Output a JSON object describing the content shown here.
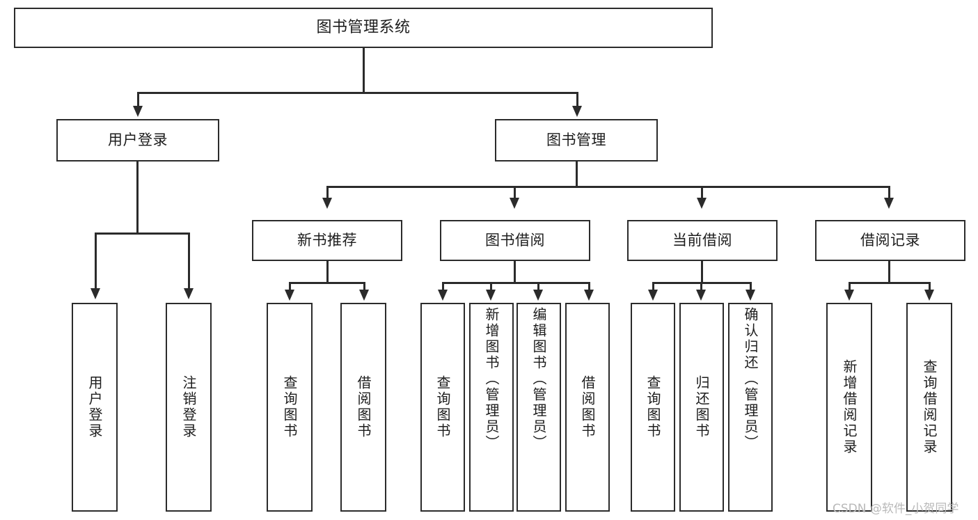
{
  "diagram": {
    "type": "tree-hierarchy",
    "title": "图书管理系统",
    "root": {
      "id": "root",
      "label": "图书管理系统"
    },
    "level2": [
      {
        "id": "user-login",
        "label": "用户登录"
      },
      {
        "id": "book-management",
        "label": "图书管理"
      }
    ],
    "level3": [
      {
        "id": "new-book-recommend",
        "label": "新书推荐",
        "parent": "book-management"
      },
      {
        "id": "book-borrow",
        "label": "图书借阅",
        "parent": "book-management"
      },
      {
        "id": "current-borrow",
        "label": "当前借阅",
        "parent": "book-management"
      },
      {
        "id": "borrow-record",
        "label": "借阅记录",
        "parent": "book-management"
      }
    ],
    "leaves": [
      {
        "id": "leaf-user-login",
        "label": "用户登录",
        "parent": "user-login"
      },
      {
        "id": "leaf-logout-login",
        "label": "注销登录",
        "parent": "user-login"
      },
      {
        "id": "leaf-query-book-1",
        "label": "查询图书",
        "parent": "new-book-recommend"
      },
      {
        "id": "leaf-borrow-book-1",
        "label": "借阅图书",
        "parent": "new-book-recommend"
      },
      {
        "id": "leaf-query-book-2",
        "label": "查询图书",
        "parent": "book-borrow"
      },
      {
        "id": "leaf-add-book",
        "label": "新增图书（管理员）",
        "parent": "book-borrow"
      },
      {
        "id": "leaf-edit-book",
        "label": "编辑图书（管理员）",
        "parent": "book-borrow"
      },
      {
        "id": "leaf-borrow-book-2",
        "label": "借阅图书",
        "parent": "book-borrow"
      },
      {
        "id": "leaf-query-book-3",
        "label": "查询图书",
        "parent": "current-borrow"
      },
      {
        "id": "leaf-return-book",
        "label": "归还图书",
        "parent": "current-borrow"
      },
      {
        "id": "leaf-confirm-return",
        "label": "确认归还（管理员）",
        "parent": "current-borrow"
      },
      {
        "id": "leaf-add-record",
        "label": "新增借阅记录",
        "parent": "borrow-record"
      },
      {
        "id": "leaf-query-record",
        "label": "查询借阅记录",
        "parent": "borrow-record"
      }
    ]
  },
  "watermark": {
    "text": "CSDN @软件_小贺同学"
  },
  "colors": {
    "stroke": "#2b2b2b",
    "fill": "#ffffff",
    "text": "#1d1d1d",
    "watermark": "#b9b9b9"
  }
}
